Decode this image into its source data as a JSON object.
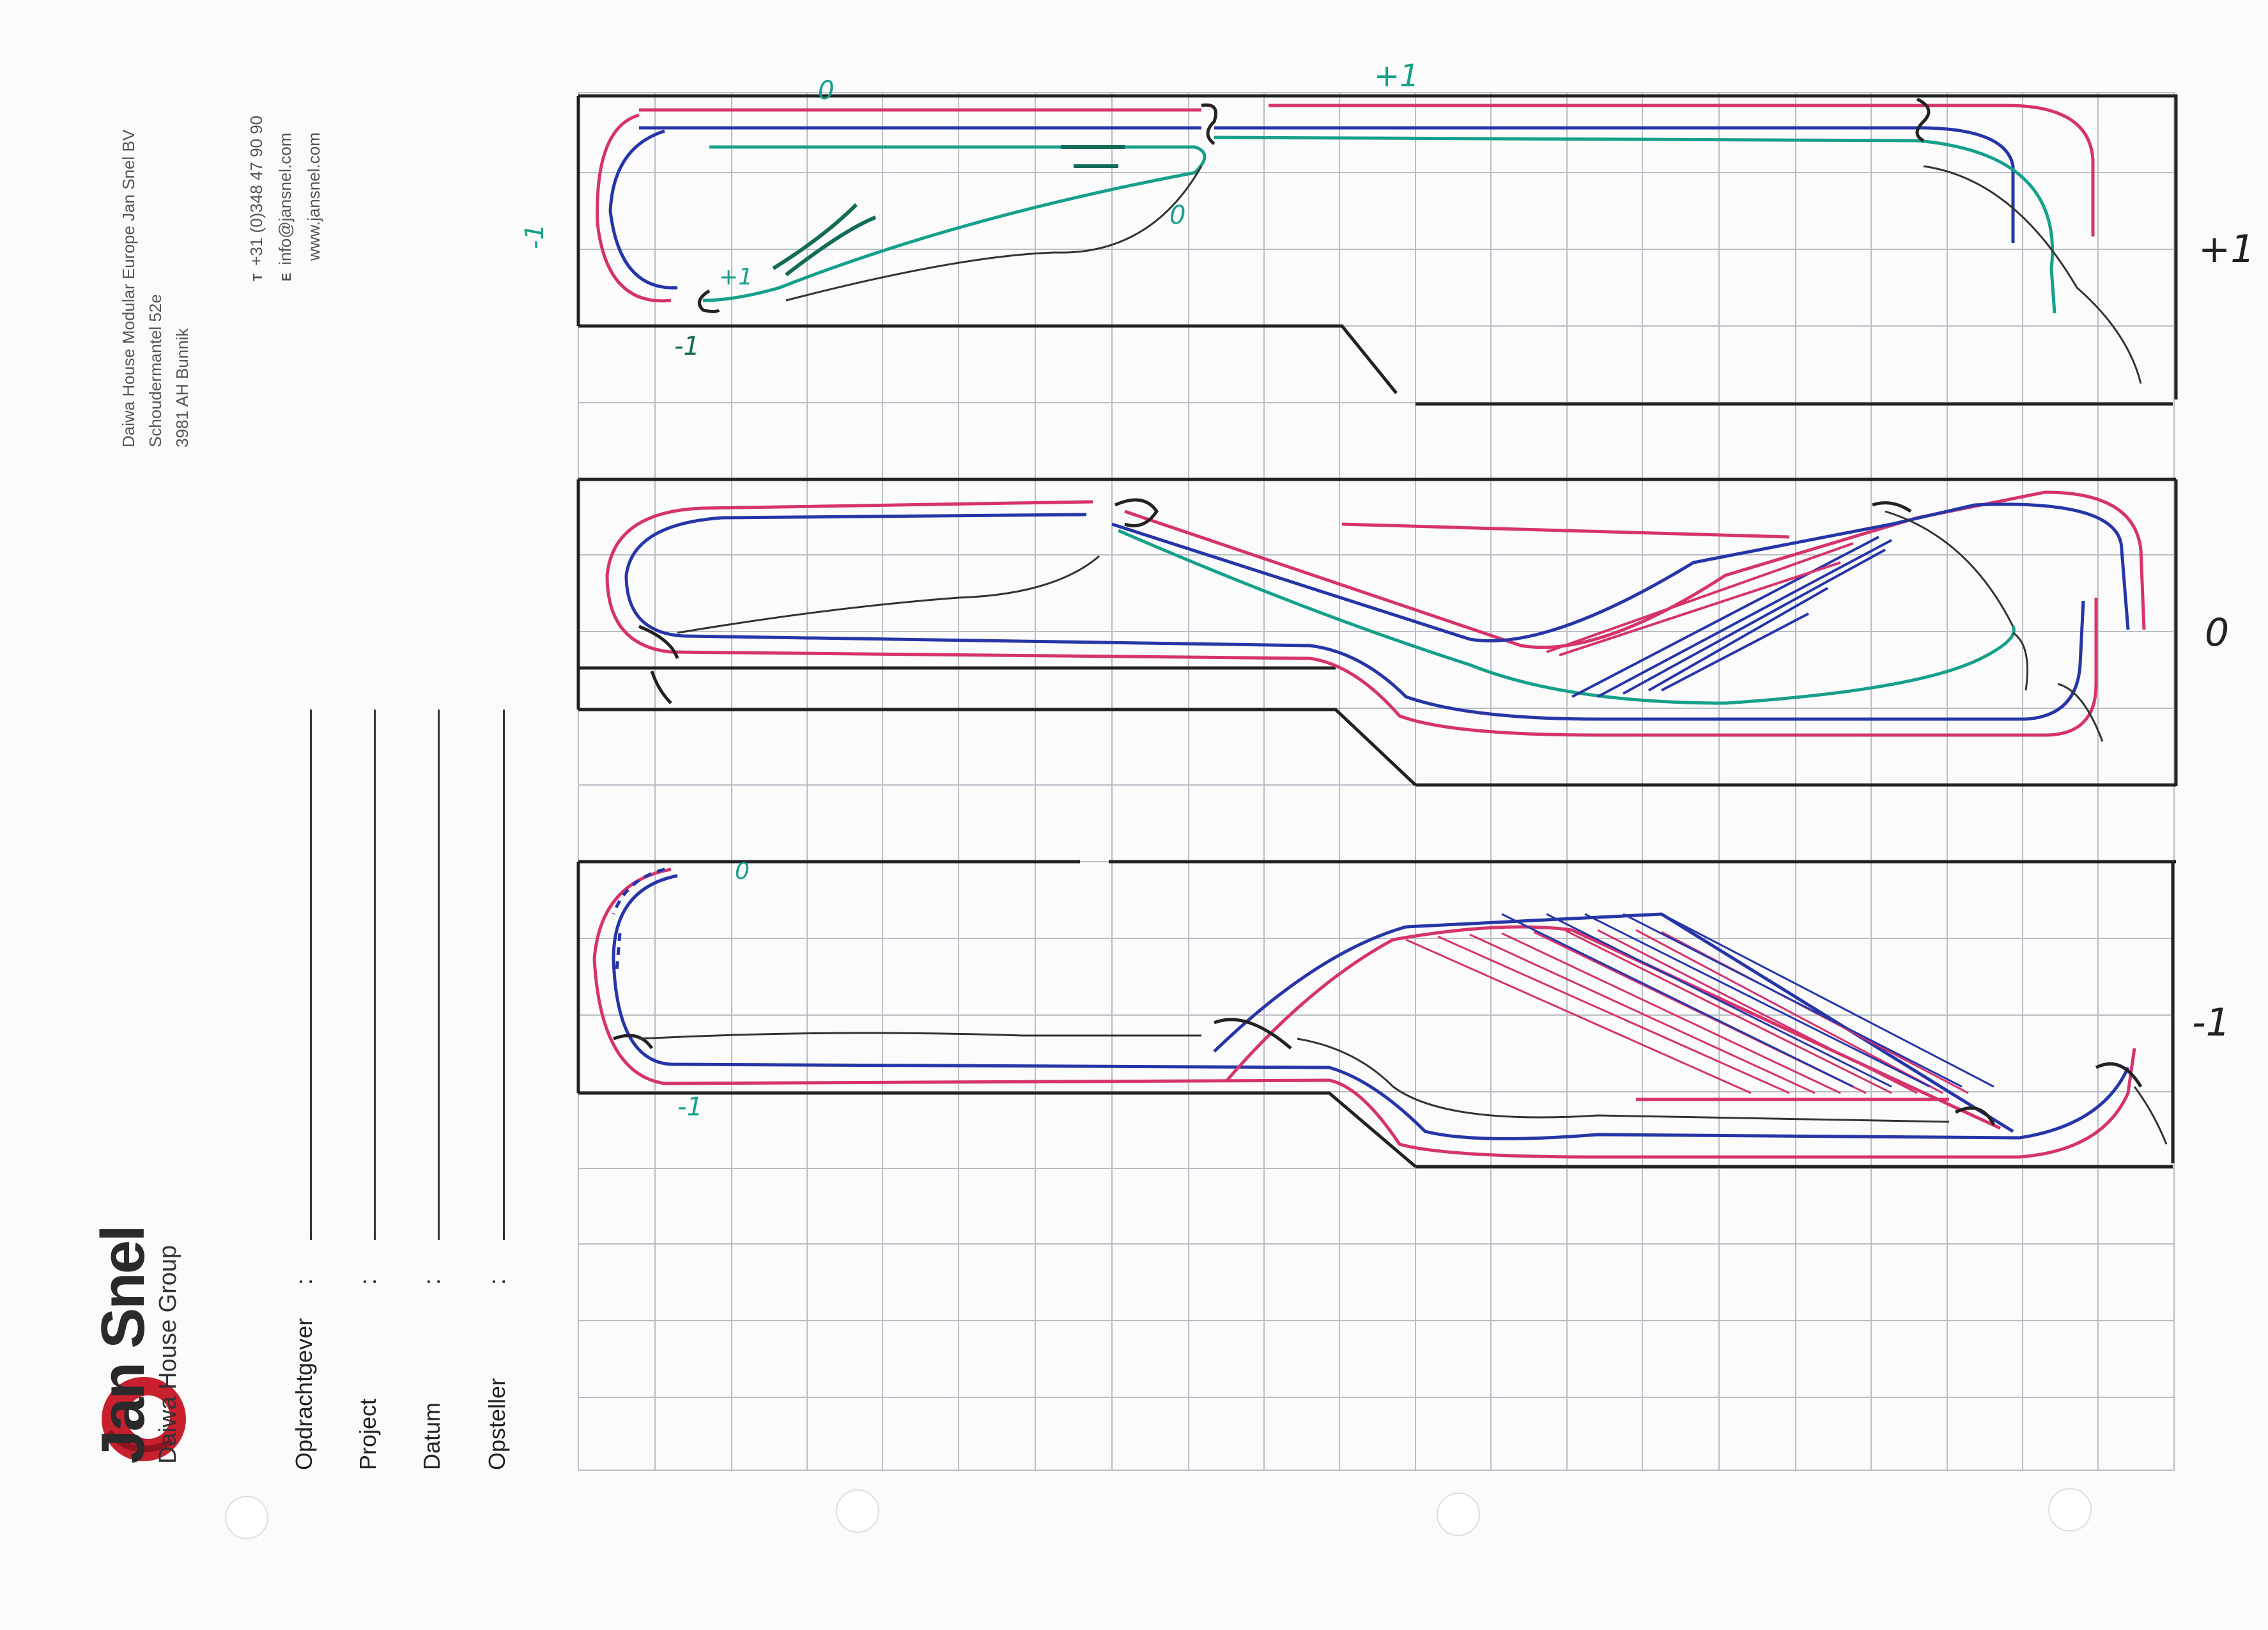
{
  "company": {
    "lines": [
      "Daiwa House Modular Europe Jan Snel BV",
      "Schoudermantel 52e",
      "3981 AH Bunnik"
    ],
    "phone_label": "T",
    "phone": "+31 (0)348 47 90 90",
    "email_label": "E",
    "email": "info@jansnel.com",
    "web": "www.jansnel.com"
  },
  "brand": {
    "name": "Jan Snel",
    "subtitle": "Daiwa House Group"
  },
  "form": {
    "fields": [
      {
        "label": "Opdrachtgever",
        "colon": ":"
      },
      {
        "label": "Project",
        "colon": ":"
      },
      {
        "label": "Datum",
        "colon": ":"
      },
      {
        "label": "Opsteller",
        "colon": ":"
      }
    ]
  },
  "sketch": {
    "level_labels": [
      "+1",
      "0",
      "-1"
    ],
    "notes": {
      "top_plus1": "+1",
      "top_zero_a": "0",
      "top_zero_b": "0",
      "top_minus1_left": "-1",
      "top_minus1_bottom": "-1",
      "top_plus1_small": "+1",
      "bottom_zero": "0",
      "bottom_minus1": "-1"
    }
  },
  "colors": {
    "grid": "#b9bec6",
    "frame": "#222222",
    "track_red": "#d6336c",
    "track_blue": "#2636a8",
    "track_green": "#16a08c",
    "pencil": "#333333",
    "brand_red": "#c8202e"
  }
}
